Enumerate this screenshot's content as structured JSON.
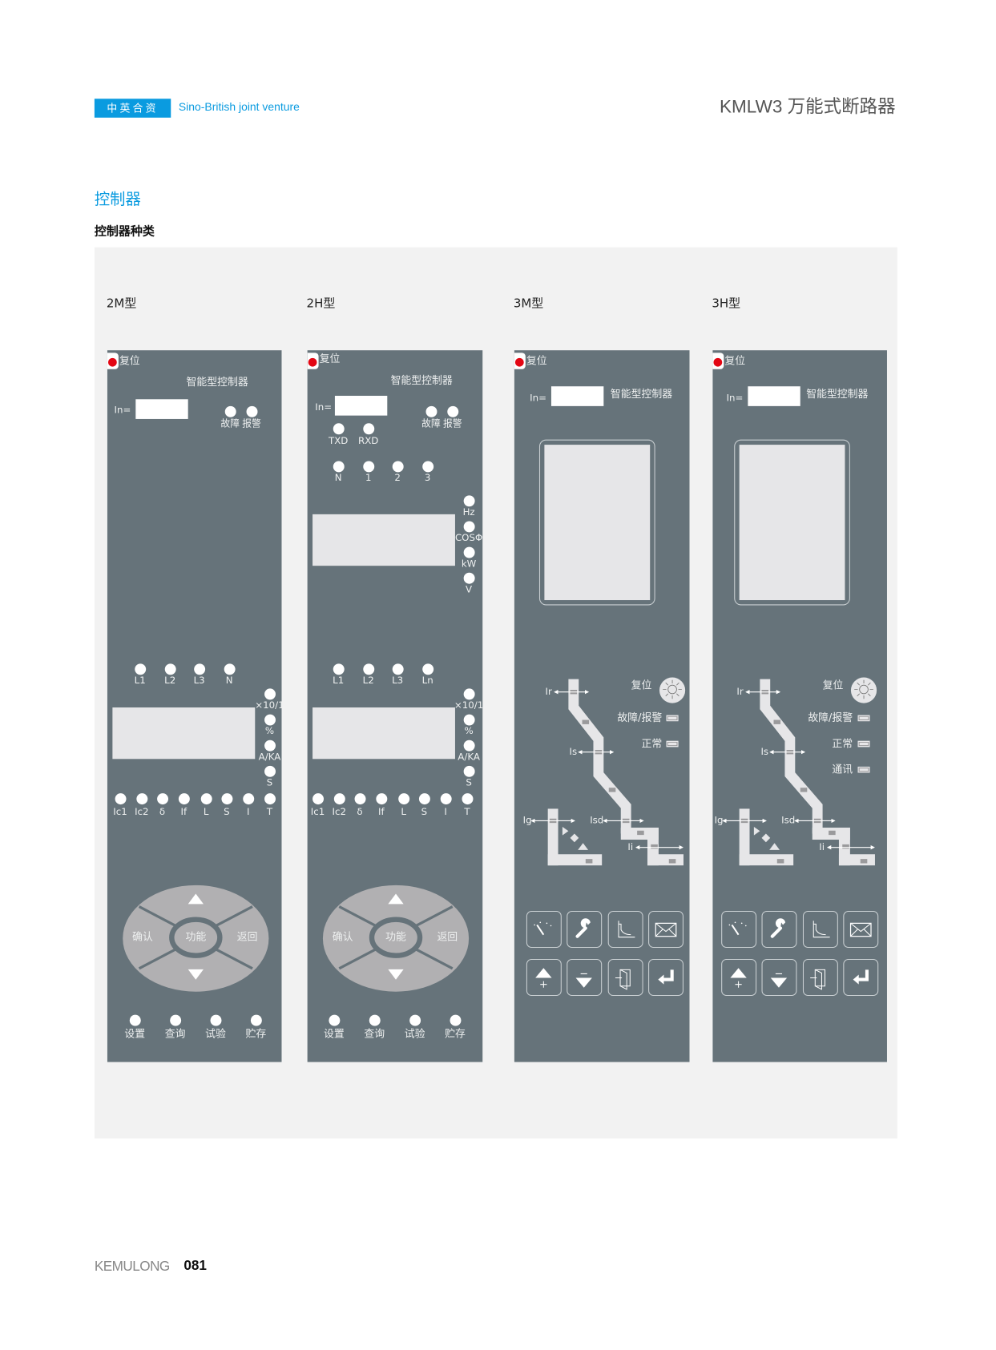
{
  "header": {
    "badge_cn": "中英合资",
    "badge_en": "Sino-British joint venture",
    "product_title": "KMLW3 万能式断路器"
  },
  "section": {
    "title": "控制器",
    "subtitle": "控制器种类"
  },
  "panels": [
    {
      "type_label": "2M型",
      "reset": "复位",
      "brand": "智能型控制器",
      "in_label": "In=",
      "fault_leds": [
        "故障",
        "报警"
      ],
      "phase_leds": [
        "L1",
        "L2",
        "L3",
        "N"
      ],
      "unit_leds": [
        "×10/1",
        "%",
        "A/KA",
        "S"
      ],
      "protection_leds": [
        "Ic1",
        "Ic2",
        "δ",
        "If",
        "L",
        "S",
        "I",
        "T"
      ],
      "keypad": {
        "confirm": "确认",
        "func": "功能",
        "back": "返回"
      },
      "mode_leds": [
        "设置",
        "查询",
        "试验",
        "贮存"
      ]
    },
    {
      "type_label": "2H型",
      "reset": "复位",
      "brand": "智能型控制器",
      "in_label": "In=",
      "fault_leds": [
        "故障",
        "报警"
      ],
      "comm_leds": [
        "TXD",
        "RXD"
      ],
      "channel_leds": [
        "N",
        "1",
        "2",
        "3"
      ],
      "meter_leds": [
        "Hz",
        "COSΦ",
        "kW",
        "V"
      ],
      "phase_leds": [
        "L1",
        "L2",
        "L3",
        "Ln"
      ],
      "unit_leds": [
        "×10/1",
        "%",
        "A/KA",
        "S"
      ],
      "protection_leds": [
        "Ic1",
        "Ic2",
        "δ",
        "If",
        "L",
        "S",
        "I",
        "T"
      ],
      "keypad": {
        "confirm": "确认",
        "func": "功能",
        "back": "返回"
      },
      "mode_leds": [
        "设置",
        "查询",
        "试验",
        "贮存"
      ]
    },
    {
      "type_label": "3M型",
      "reset": "复位",
      "brand": "智能型控制器",
      "in_label": "In=",
      "curve": {
        "ir": "Ir",
        "is": "Is",
        "ig": "Ig",
        "isd": "Isd",
        "ii": "Ii"
      },
      "status_reset": "复位",
      "indicators": [
        "故障/报警",
        "正常"
      ]
    },
    {
      "type_label": "3H型",
      "reset": "复位",
      "brand": "智能型控制器",
      "in_label": "In=",
      "curve": {
        "ir": "Ir",
        "is": "Is",
        "ig": "Ig",
        "isd": "Isd",
        "ii": "Ii"
      },
      "status_reset": "复位",
      "indicators": [
        "故障/报警",
        "正常",
        "通讯"
      ]
    }
  ],
  "icon_buttons": [
    "gauge-icon",
    "wrench-icon",
    "curve-icon",
    "envelope-icon",
    "arrow-up-icon",
    "arrow-down-icon",
    "door-exit-icon",
    "enter-icon"
  ],
  "colors": {
    "brand_blue": "#0a9be0",
    "panel": "#66737a",
    "reset_led": "#e30613"
  },
  "footer": {
    "brand": "KEMULONG",
    "page": "081"
  }
}
